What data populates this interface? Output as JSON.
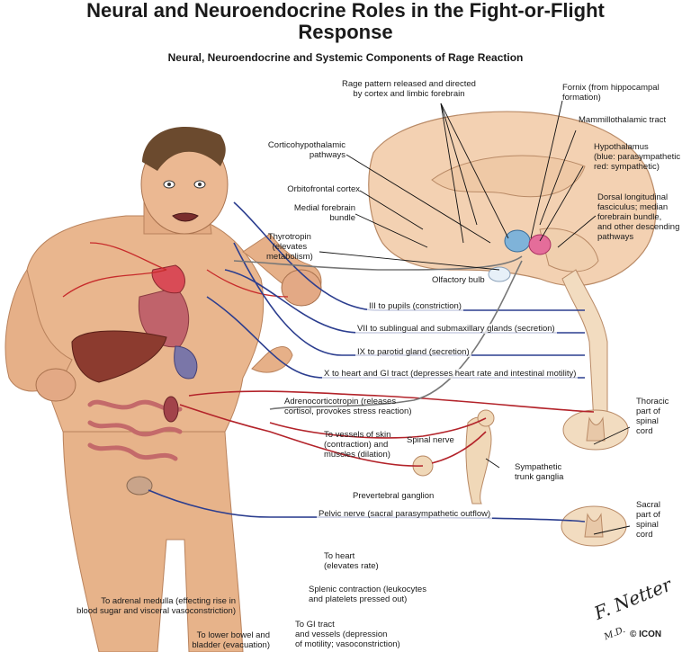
{
  "title": {
    "line1": "Neural and Neuroendocrine Roles in the Fight-or-Flight",
    "line2": "Response",
    "subtitle": "Neural, Neuroendocrine and Systemic Components of Rage Reaction"
  },
  "labels": {
    "rage_pattern": [
      "Rage pattern released and directed",
      "by cortex and limbic forebrain"
    ],
    "fornix": [
      "Fornix (from hippocampal",
      "formation)"
    ],
    "mammillothalamic": [
      "Mammillothalamic tract"
    ],
    "hypothalamus": [
      "Hypothalamus",
      "(blue: parasympathetic",
      "red: sympathetic)"
    ],
    "corticohypothalamic": [
      "Corticohypothalamic",
      "pathways"
    ],
    "orbitofrontal": [
      "Orbitofrontal cortex"
    ],
    "medial_forebrain": [
      "Medial forebrain",
      "bundle"
    ],
    "dorsal_longitudinal": [
      "Dorsal longitudinal",
      "fasciculus; median",
      "forebrain bundle,",
      "and other descending",
      "pathways"
    ],
    "thyrotropin": [
      "Thyrotropin",
      "(elevates",
      "metabolism)"
    ],
    "olfactory_bulb": [
      "Olfactory bulb"
    ],
    "iii_pupils": [
      "III to pupils (constriction)"
    ],
    "vii_glands": [
      "VII to sublingual and submaxillary glands (secretion)"
    ],
    "ix_parotid": [
      "IX to parotid gland (secretion)"
    ],
    "x_heart": [
      "X to heart and GI tract (depresses heart rate and intestinal motility)"
    ],
    "adrenocorticotropin": [
      "Adrenocorticotropin (releases",
      "cortisol, provokes stress reaction)"
    ],
    "thoracic": [
      "Thoracic",
      "part of",
      "spinal",
      "cord"
    ],
    "vessels_skin": [
      "To vessels of skin",
      "(contraction) and",
      "muscles (dilation)"
    ],
    "spinal_nerve": [
      "Spinal nerve"
    ],
    "sympathetic_trunk": [
      "Sympathetic",
      "trunk ganglia"
    ],
    "prevertebral": [
      "Prevertebral ganglion"
    ],
    "sacral": [
      "Sacral",
      "part of",
      "spinal",
      "cord"
    ],
    "pelvic": [
      "Pelvic nerve (sacral parasympathetic outflow)"
    ],
    "to_heart": [
      "To heart",
      "(elevates rate)"
    ],
    "splenic": [
      "Splenic contraction (leukocytes",
      "and platelets pressed out)"
    ],
    "adrenal_medulla": [
      "To adrenal medulla (effecting rise in",
      "blood sugar and visceral vasoconstriction)"
    ],
    "gi_tract": [
      "To GI tract",
      "and vessels (depression",
      "of motility; vasoconstriction)"
    ],
    "lower_bowel": [
      "To lower bowel and",
      "bladder (evacuation)"
    ]
  },
  "signature": {
    "text": "F. Netter",
    "suffix": "M.D.",
    "logo": "ICON"
  },
  "colors": {
    "sympathetic": "#b3232a",
    "parasympathetic": "#2c3e8f",
    "skin": "#e8b48c",
    "brain": "#f3d3b8",
    "spinal_cord": "#f2dcc0"
  }
}
